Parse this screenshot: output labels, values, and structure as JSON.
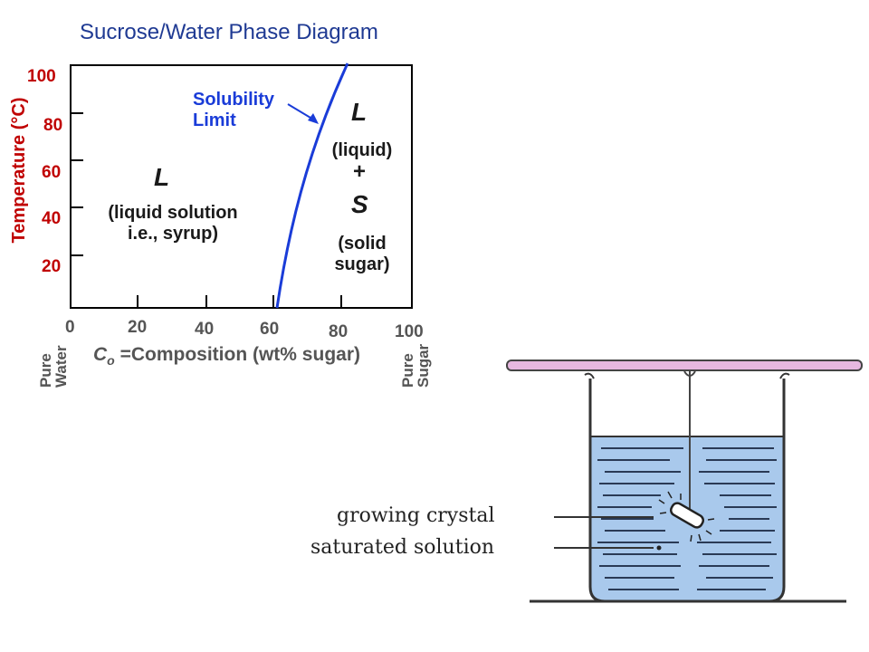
{
  "title": "Sucrose/Water Phase Diagram",
  "y_axis": {
    "label": "Temperature (°C)",
    "ticks": [
      "100",
      "80",
      "60",
      "40",
      "20"
    ]
  },
  "x_axis": {
    "label_symbol": "C",
    "label_subscript": "o",
    "label_rest": " =Composition (wt% sugar)",
    "ticks": [
      "0",
      "20",
      "40",
      "60",
      "80",
      "100"
    ],
    "left_end_1": "Pure",
    "left_end_2": "Water",
    "right_end_1": "Pure",
    "right_end_2": "Sugar"
  },
  "regions": {
    "left_symbol": "L",
    "left_desc_1": "(liquid solution",
    "left_desc_2": "i.e., syrup)",
    "right_symbol_1": "L",
    "right_desc_1": "(liquid)",
    "plus": "+",
    "right_symbol_2": "S",
    "right_desc_2a": "(solid",
    "right_desc_2b": "sugar)"
  },
  "curve_label_1": "Solubility",
  "curve_label_2": "Limit",
  "beaker": {
    "label_crystal": "growing  crystal",
    "label_solution": "saturated solution"
  },
  "colors": {
    "title": "#1f3a93",
    "axis_labels": "#c00000",
    "curve": "#1a3cd8",
    "solution": "#a9c9ec",
    "rod": "#e7b8e0"
  }
}
